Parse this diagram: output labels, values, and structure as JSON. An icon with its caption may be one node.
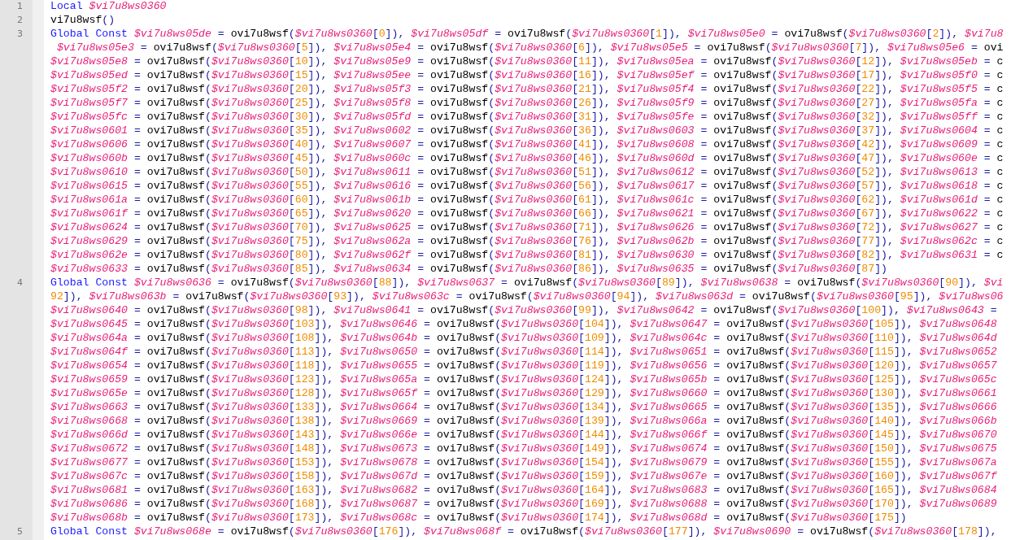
{
  "diagram": {
    "labels": [
      "1",
      "Local $vi7u8ws0360",
      "2",
      "vi7u8wsf()",
      "3",
      "Global Const $vi7u8ws05de = ovi7u8wsf($vi7u8ws0360[0]), $vi7u8ws05df = ovi7u8wsf($vi7u8ws0360[1]), $vi7u8ws05e0 = ovi7u8wsf($vi7u8ws0360[2]), $vi7u8",
      " $vi7u8ws05e3 = ovi7u8wsf($vi7u8ws0360[5]), $vi7u8ws05e4 = ovi7u8wsf($vi7u8ws0360[6]), $vi7u8ws05e5 = ovi7u8wsf($vi7u8ws0360[7]), $vi7u8ws05e6 = ovi",
      "$vi7u8ws05e8 = ovi7u8wsf($vi7u8ws0360[10]), $vi7u8ws05e9 = ovi7u8wsf($vi7u8ws0360[11]), $vi7u8ws05ea = ovi7u8wsf($vi7u8ws0360[12]), $vi7u8ws05eb = c",
      "$vi7u8ws05ed = ovi7u8wsf($vi7u8ws0360[15]), $vi7u8ws05ee = ovi7u8wsf($vi7u8ws0360[16]), $vi7u8ws05ef = ovi7u8wsf($vi7u8ws0360[17]), $vi7u8ws05f0 = c",
      "$vi7u8ws05f2 = ovi7u8wsf($vi7u8ws0360[20]), $vi7u8ws05f3 = ovi7u8wsf($vi7u8ws0360[21]), $vi7u8ws05f4 = ovi7u8wsf($vi7u8ws0360[22]), $vi7u8ws05f5 = c",
      "$vi7u8ws05f7 = ovi7u8wsf($vi7u8ws0360[25]), $vi7u8ws05f8 = ovi7u8wsf($vi7u8ws0360[26]), $vi7u8ws05f9 = ovi7u8wsf($vi7u8ws0360[27]), $vi7u8ws05fa = c",
      "$vi7u8ws05fc = ovi7u8wsf($vi7u8ws0360[30]), $vi7u8ws05fd = ovi7u8wsf($vi7u8ws0360[31]), $vi7u8ws05fe = ovi7u8wsf($vi7u8ws0360[32]), $vi7u8ws05ff = c",
      "$vi7u8ws0601 = ovi7u8wsf($vi7u8ws0360[35]), $vi7u8ws0602 = ovi7u8wsf($vi7u8ws0360[36]), $vi7u8ws0603 = ovi7u8wsf($vi7u8ws0360[37]), $vi7u8ws0604 = c",
      "$vi7u8ws0606 = ovi7u8wsf($vi7u8ws0360[40]), $vi7u8ws0607 = ovi7u8wsf($vi7u8ws0360[41]), $vi7u8ws0608 = ovi7u8wsf($vi7u8ws0360[42]), $vi7u8ws0609 = c",
      "$vi7u8ws060b = ovi7u8wsf($vi7u8ws0360[45]), $vi7u8ws060c = ovi7u8wsf($vi7u8ws0360[46]), $vi7u8ws060d = ovi7u8wsf($vi7u8ws0360[47]), $vi7u8ws060e = c",
      "$vi7u8ws0610 = ovi7u8wsf($vi7u8ws0360[50]), $vi7u8ws0611 = ovi7u8wsf($vi7u8ws0360[51]), $vi7u8ws0612 = ovi7u8wsf($vi7u8ws0360[52]), $vi7u8ws0613 = c",
      "$vi7u8ws0615 = ovi7u8wsf($vi7u8ws0360[55]), $vi7u8ws0616 = ovi7u8wsf($vi7u8ws0360[56]), $vi7u8ws0617 = ovi7u8wsf($vi7u8ws0360[57]), $vi7u8ws0618 = c",
      "$vi7u8ws061a = ovi7u8wsf($vi7u8ws0360[60]), $vi7u8ws061b = ovi7u8wsf($vi7u8ws0360[61]), $vi7u8ws061c = ovi7u8wsf($vi7u8ws0360[62]), $vi7u8ws061d = c",
      "$vi7u8ws061f = ovi7u8wsf($vi7u8ws0360[65]), $vi7u8ws0620 = ovi7u8wsf($vi7u8ws0360[66]), $vi7u8ws0621 = ovi7u8wsf($vi7u8ws0360[67]), $vi7u8ws0622 = c",
      "$vi7u8ws0624 = ovi7u8wsf($vi7u8ws0360[70]), $vi7u8ws0625 = ovi7u8wsf($vi7u8ws0360[71]), $vi7u8ws0626 = ovi7u8wsf($vi7u8ws0360[72]), $vi7u8ws0627 = c",
      "$vi7u8ws0629 = ovi7u8wsf($vi7u8ws0360[75]), $vi7u8ws062a = ovi7u8wsf($vi7u8ws0360[76]), $vi7u8ws062b = ovi7u8wsf($vi7u8ws0360[77]), $vi7u8ws062c = c",
      "$vi7u8ws062e = ovi7u8wsf($vi7u8ws0360[80]), $vi7u8ws062f = ovi7u8wsf($vi7u8ws0360[81]), $vi7u8ws0630 = ovi7u8wsf($vi7u8ws0360[82]), $vi7u8ws0631 = c",
      "$vi7u8ws0633 = ovi7u8wsf($vi7u8ws0360[85]), $vi7u8ws0634 = ovi7u8wsf($vi7u8ws0360[86]), $vi7u8ws0635 = ovi7u8wsf($vi7u8ws0360[87])",
      "4",
      "Global Const $vi7u8ws0636 = ovi7u8wsf($vi7u8ws0360[88]), $vi7u8ws0637 = ovi7u8wsf($vi7u8ws0360[89]), $vi7u8ws0638 = ovi7u8wsf($vi7u8ws0360[90]), $vi",
      "92]), $vi7u8ws063b = ovi7u8wsf($vi7u8ws0360[93]), $vi7u8ws063c = ovi7u8wsf($vi7u8ws0360[94]), $vi7u8ws063d = ovi7u8wsf($vi7u8ws0360[95]), $vi7u8ws06",
      "$vi7u8ws0640 = ovi7u8wsf($vi7u8ws0360[98]), $vi7u8ws0641 = ovi7u8wsf($vi7u8ws0360[99]), $vi7u8ws0642 = ovi7u8wsf($vi7u8ws0360[100]), $vi7u8ws0643 =",
      "$vi7u8ws0645 = ovi7u8wsf($vi7u8ws0360[103]), $vi7u8ws0646 = ovi7u8wsf($vi7u8ws0360[104]), $vi7u8ws0647 = ovi7u8wsf($vi7u8ws0360[105]), $vi7u8ws0648",
      "$vi7u8ws064a = ovi7u8wsf($vi7u8ws0360[108]), $vi7u8ws064b = ovi7u8wsf($vi7u8ws0360[109]), $vi7u8ws064c = ovi7u8wsf($vi7u8ws0360[110]), $vi7u8ws064d",
      "$vi7u8ws064f = ovi7u8wsf($vi7u8ws0360[113]), $vi7u8ws0650 = ovi7u8wsf($vi7u8ws0360[114]), $vi7u8ws0651 = ovi7u8wsf($vi7u8ws0360[115]), $vi7u8ws0652",
      "$vi7u8ws0654 = ovi7u8wsf($vi7u8ws0360[118]), $vi7u8ws0655 = ovi7u8wsf($vi7u8ws0360[119]), $vi7u8ws0656 = ovi7u8wsf($vi7u8ws0360[120]), $vi7u8ws0657",
      "$vi7u8ws0659 = ovi7u8wsf($vi7u8ws0360[123]), $vi7u8ws065a = ovi7u8wsf($vi7u8ws0360[124]), $vi7u8ws065b = ovi7u8wsf($vi7u8ws0360[125]), $vi7u8ws065c",
      "$vi7u8ws065e = ovi7u8wsf($vi7u8ws0360[128]), $vi7u8ws065f = ovi7u8wsf($vi7u8ws0360[129]), $vi7u8ws0660 = ovi7u8wsf($vi7u8ws0360[130]), $vi7u8ws0661",
      "$vi7u8ws0663 = ovi7u8wsf($vi7u8ws0360[133]), $vi7u8ws0664 = ovi7u8wsf($vi7u8ws0360[134]), $vi7u8ws0665 = ovi7u8wsf($vi7u8ws0360[135]), $vi7u8ws0666",
      "$vi7u8ws0668 = ovi7u8wsf($vi7u8ws0360[138]), $vi7u8ws0669 = ovi7u8wsf($vi7u8ws0360[139]), $vi7u8ws066a = ovi7u8wsf($vi7u8ws0360[140]), $vi7u8ws066b",
      "$vi7u8ws066d = ovi7u8wsf($vi7u8ws0360[143]), $vi7u8ws066e = ovi7u8wsf($vi7u8ws0360[144]), $vi7u8ws066f = ovi7u8wsf($vi7u8ws0360[145]), $vi7u8ws0670",
      "$vi7u8ws0672 = ovi7u8wsf($vi7u8ws0360[148]), $vi7u8ws0673 = ovi7u8wsf($vi7u8ws0360[149]), $vi7u8ws0674 = ovi7u8wsf($vi7u8ws0360[150]), $vi7u8ws0675",
      "$vi7u8ws0677 = ovi7u8wsf($vi7u8ws0360[153]), $vi7u8ws0678 = ovi7u8wsf($vi7u8ws0360[154]), $vi7u8ws0679 = ovi7u8wsf($vi7u8ws0360[155]), $vi7u8ws067a",
      "$vi7u8ws067c = ovi7u8wsf($vi7u8ws0360[158]), $vi7u8ws067d = ovi7u8wsf($vi7u8ws0360[159]), $vi7u8ws067e = ovi7u8wsf($vi7u8ws0360[160]), $vi7u8ws067f",
      "$vi7u8ws0681 = ovi7u8wsf($vi7u8ws0360[163]), $vi7u8ws0682 = ovi7u8wsf($vi7u8ws0360[164]), $vi7u8ws0683 = ovi7u8wsf($vi7u8ws0360[165]), $vi7u8ws0684",
      "$vi7u8ws0686 = ovi7u8wsf($vi7u8ws0360[168]), $vi7u8ws0687 = ovi7u8wsf($vi7u8ws0360[169]), $vi7u8ws0688 = ovi7u8wsf($vi7u8ws0360[170]), $vi7u8ws0689",
      "$vi7u8ws068b = ovi7u8wsf($vi7u8ws0360[173]), $vi7u8ws068c = ovi7u8wsf($vi7u8ws0360[174]), $vi7u8ws068d = ovi7u8wsf($vi7u8ws0360[175])",
      "5",
      "Global Const $vi7u8ws068e = ovi7u8wsf($vi7u8ws0360[176]), $vi7u8ws068f = ovi7u8wsf($vi7u8ws0360[177]), $vi7u8ws0690 = ovi7u8wsf($vi7u8ws0360[178]),"
    ]
  }
}
